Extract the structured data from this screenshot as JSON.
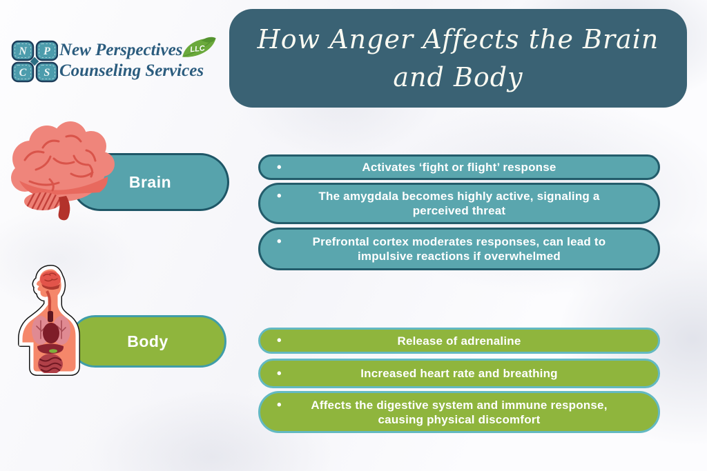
{
  "logo": {
    "tiles": [
      "N",
      "P",
      "C",
      "S"
    ],
    "company_line1": "New Perspectives",
    "company_line2": "Counseling Services",
    "llc_badge": "LLC"
  },
  "title": {
    "line1": "How Anger Affects the Brain",
    "line2": "and Body"
  },
  "glyphs": {
    "bullet": "•"
  },
  "sections": [
    {
      "label": "Brain",
      "icon": "brain-illustration",
      "items": [
        "Activates ‘fight or flight’ response",
        "The amygdala becomes highly active, signaling a perceived threat",
        "Prefrontal cortex moderates responses, can lead to impulsive reactions if overwhelmed"
      ]
    },
    {
      "label": "Body",
      "icon": "body-anatomy-illustration",
      "items": [
        "Release of adrenaline",
        "Increased heart rate and breathing",
        "Affects the digestive system and immune response, causing physical discomfort"
      ]
    }
  ],
  "colors": {
    "header_teal": "#3A6274",
    "pill_teal": "#5AA6AE",
    "pill_teal_border": "#235C6B",
    "pill_green": "#8FB53D",
    "pill_green_border": "#63B9C2",
    "brain_label_fill": "#57A3AC",
    "body_label_border": "#3F9DA9",
    "logo_text_blue": "#2B5C7E",
    "leaf_green": "#6BA93C",
    "text_white": "#FFFFFF"
  }
}
